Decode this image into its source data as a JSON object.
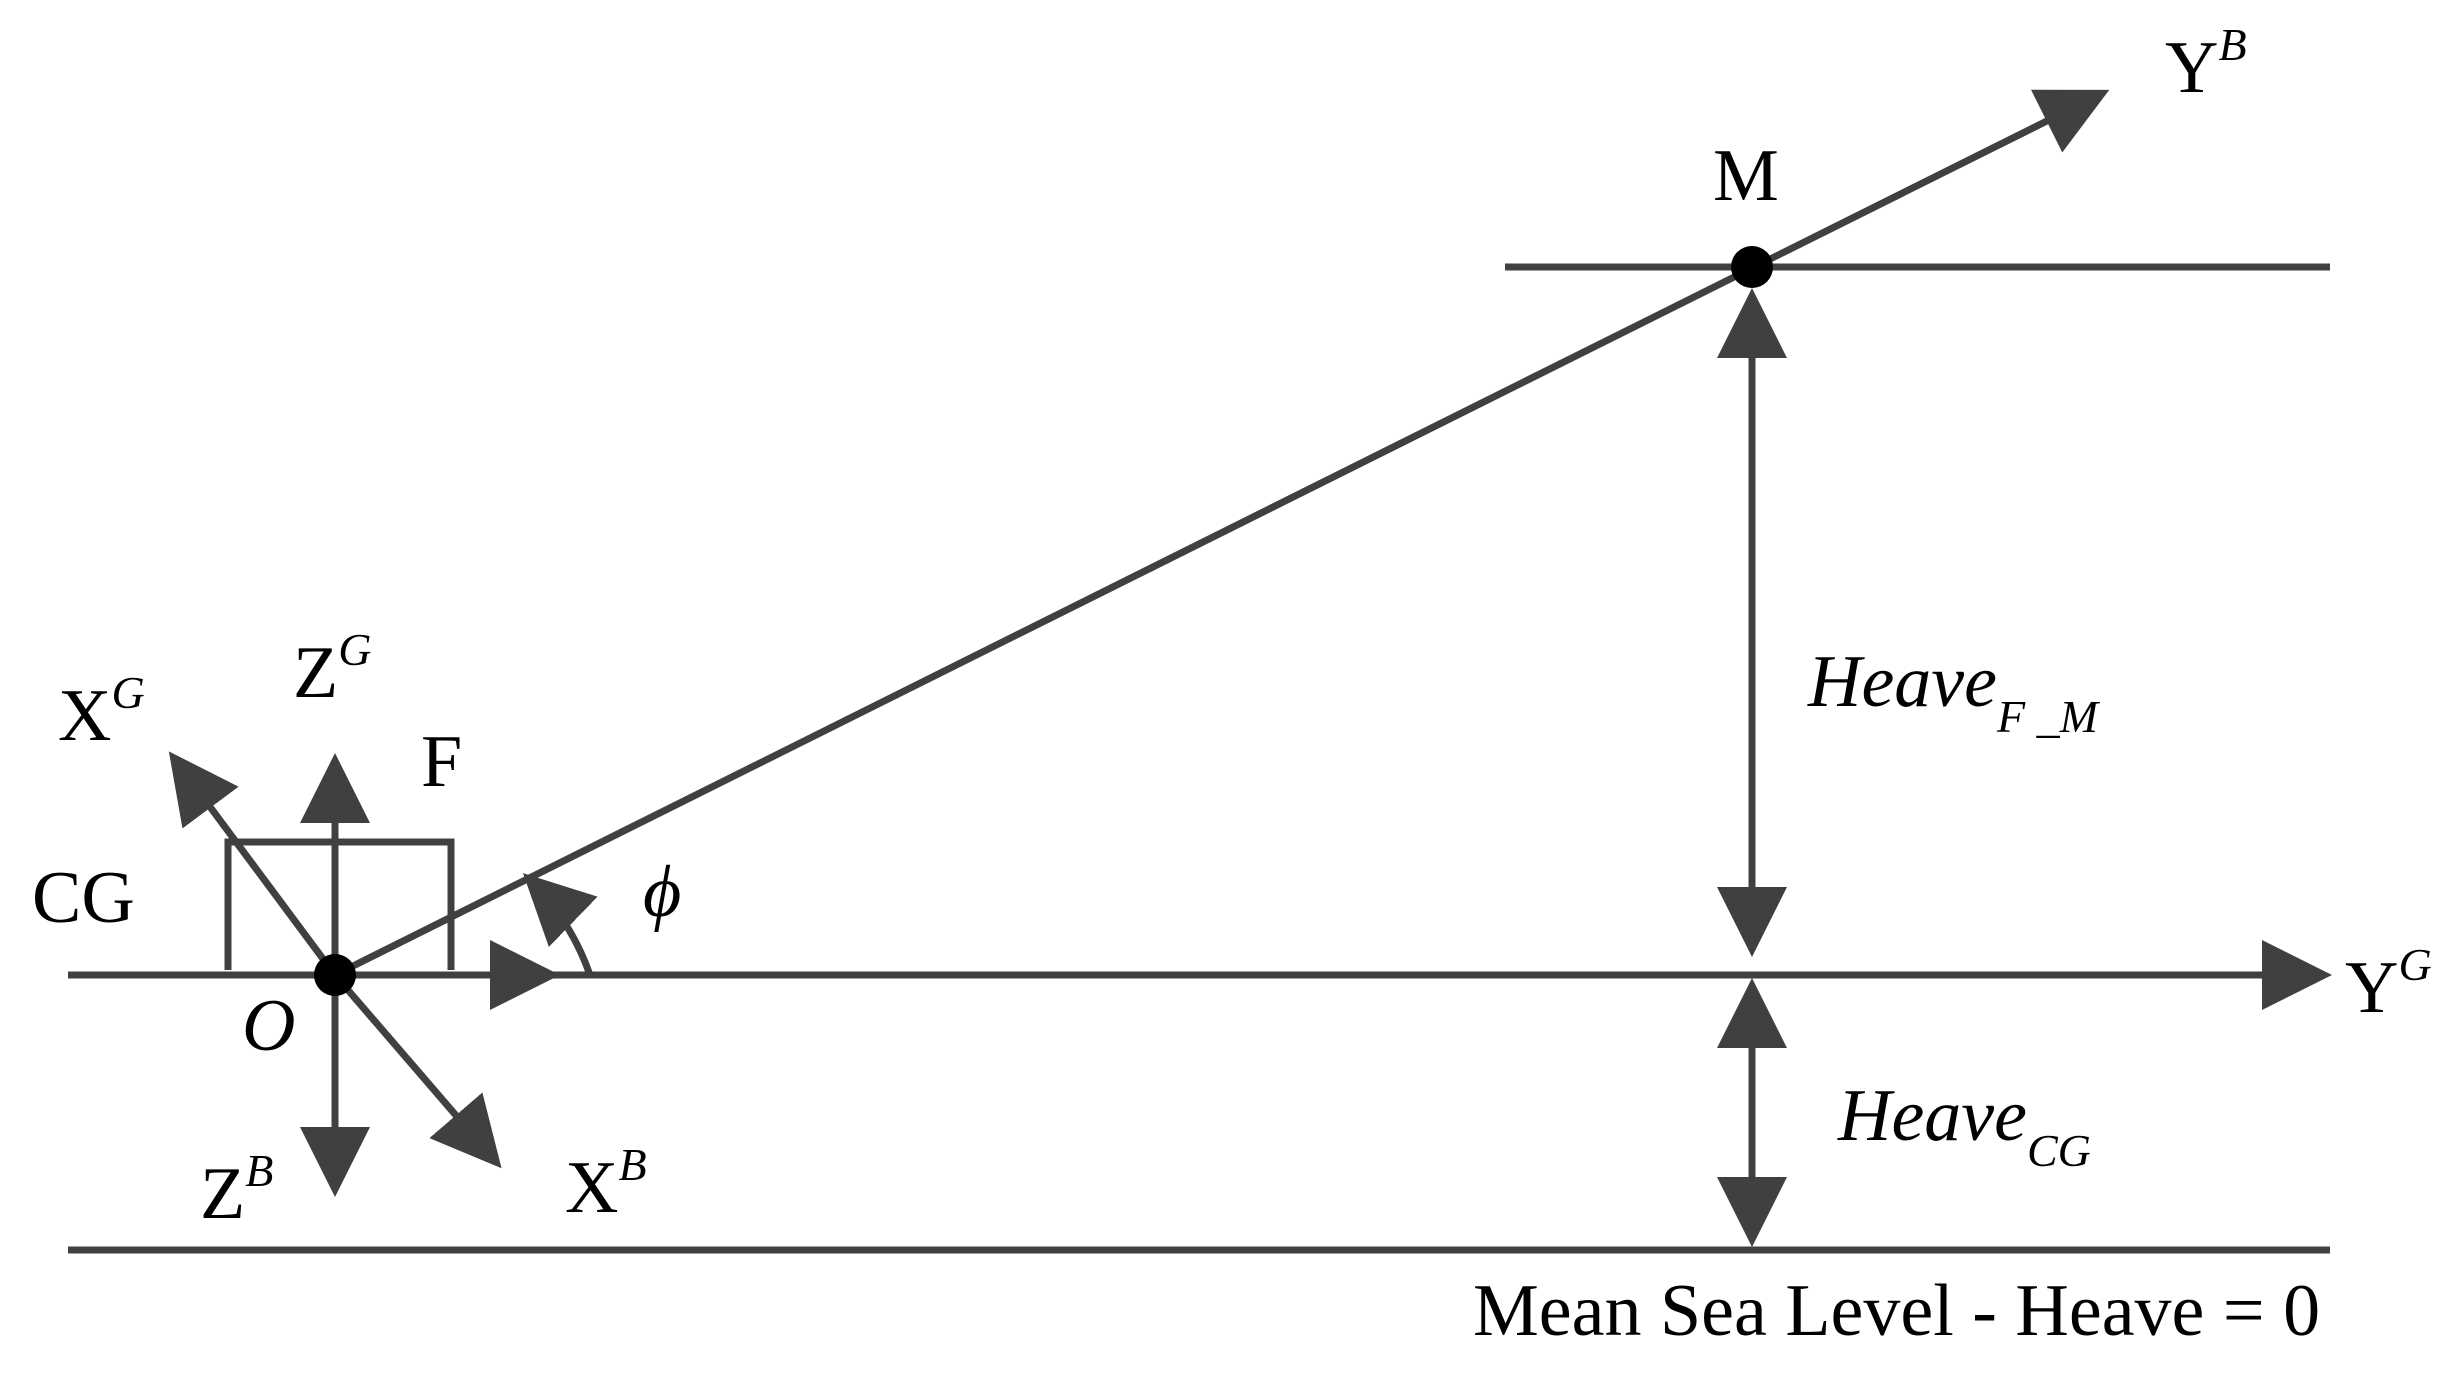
{
  "colors": {
    "line": "#404040",
    "point": "#000000",
    "text": "#000000",
    "background": "#ffffff"
  },
  "labels": {
    "yb": {
      "base": "Y",
      "sup": "B"
    },
    "m": "M",
    "heave_fm": {
      "base": "Heave",
      "sub": "F _M"
    },
    "xg": {
      "base": "X",
      "sup": "G"
    },
    "zg": {
      "base": "Z",
      "sup": "G"
    },
    "f": "F",
    "cg": "CG",
    "phi": "ϕ",
    "yg": {
      "base": "Y",
      "sup": "G"
    },
    "o": "O",
    "heave_cg": {
      "base": "Heave",
      "sub": "CG"
    },
    "zb": {
      "base": "Z",
      "sup": "B"
    },
    "xb": {
      "base": "X",
      "sup": "B"
    },
    "msl": "Mean Sea Level - Heave = 0"
  }
}
